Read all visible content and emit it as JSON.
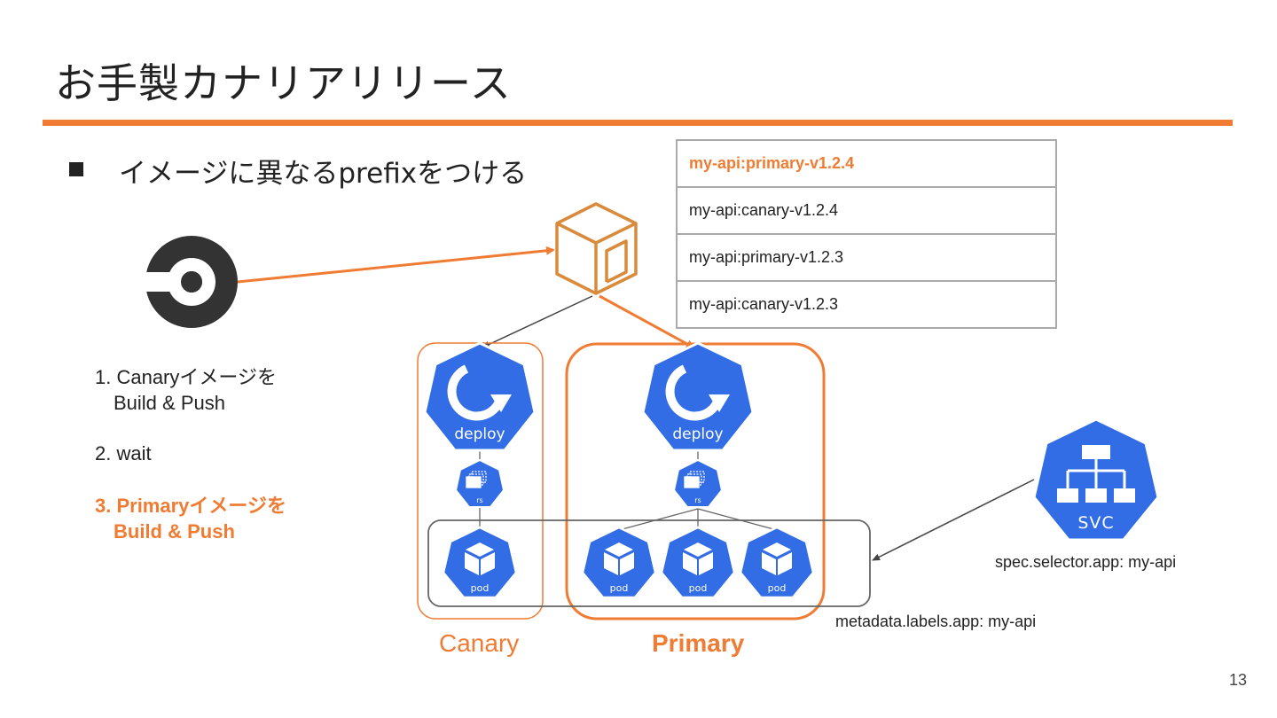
{
  "slide": {
    "title": "お手製カナリアリリース",
    "bullet": "イメージに異なるprefixをつける",
    "page_number": "13"
  },
  "tags": [
    {
      "text": "my-api:primary-v1.2.4",
      "highlight": true
    },
    {
      "text": "my-api:canary-v1.2.4",
      "highlight": false
    },
    {
      "text": "my-api:primary-v1.2.3",
      "highlight": false
    },
    {
      "text": "my-api:canary-v1.2.3",
      "highlight": false
    }
  ],
  "steps": [
    {
      "line1": "1. Canaryイメージを",
      "line2": "Build & Push"
    },
    {
      "line1": "2. wait"
    },
    {
      "line1": "3. Primaryイメージを",
      "line2": "Build & Push"
    }
  ],
  "icons": {
    "deploy": "deploy",
    "rs": "rs",
    "pod": "pod",
    "svc": "SVC"
  },
  "groups": {
    "canary": "Canary",
    "primary": "Primary"
  },
  "captions": {
    "service_selector": "spec.selector.app: my-api",
    "pod_labels": "metadata.labels.app: my-api"
  },
  "colors": {
    "accent": "#f07b32",
    "k8s_blue": "#326de6",
    "dark": "#333333"
  }
}
